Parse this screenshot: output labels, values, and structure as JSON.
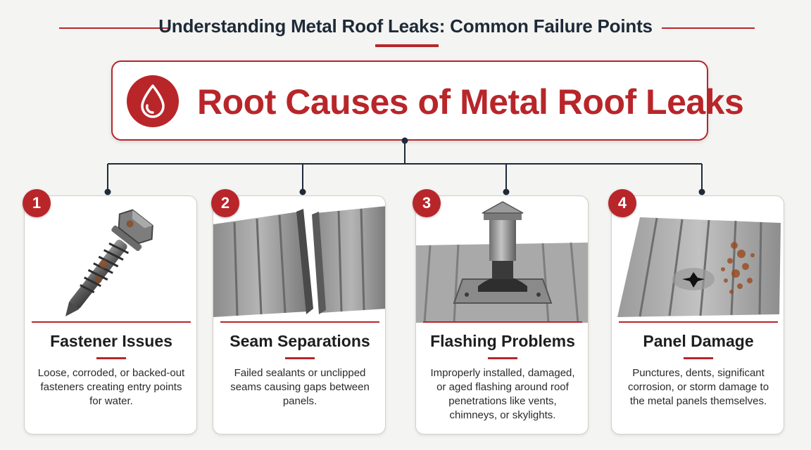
{
  "header": {
    "title": "Understanding Metal Roof Leaks: Common Failure Points"
  },
  "banner": {
    "title": "Root Causes of Metal Roof Leaks",
    "icon": "water-drop-icon"
  },
  "cards": [
    {
      "number": "1",
      "title": "Fastener Issues",
      "description": "Loose, corroded, or backed-out fasteners creating entry points for water.",
      "icon": "screw-fastener-icon"
    },
    {
      "number": "2",
      "title": "Seam Separations",
      "description": "Failed sealants or unclipped seams causing gaps between panels.",
      "icon": "separated-seam-icon"
    },
    {
      "number": "3",
      "title": "Flashing Problems",
      "description": "Improperly installed, damaged, or aged flashing around roof penetrations like vents, chimneys, or skylights.",
      "icon": "roof-vent-flashing-icon"
    },
    {
      "number": "4",
      "title": "Panel Damage",
      "description": "Punctures, dents, significant corrosion, or storm damage to the metal panels themselves.",
      "icon": "damaged-panel-icon"
    }
  ],
  "colors": {
    "accent": "#b8262a",
    "text": "#1e2a38",
    "background": "#f4f4f2"
  }
}
